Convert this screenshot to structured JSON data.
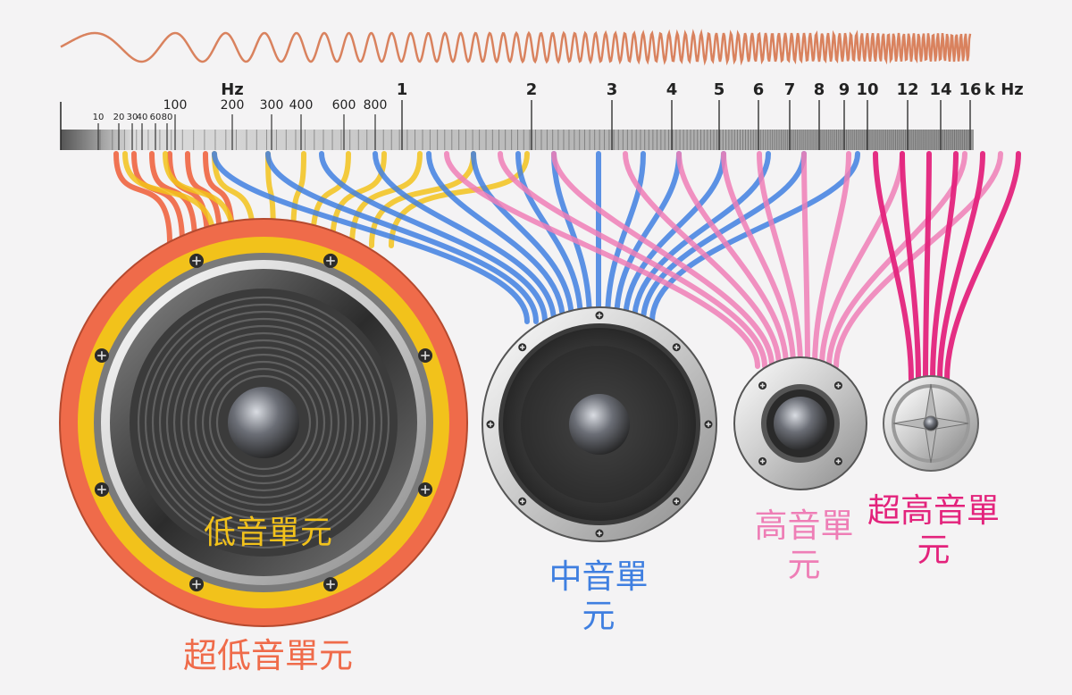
{
  "scale": {
    "unit_hz": "Hz",
    "unit_khz": "k Hz",
    "hz_ticks": [
      "10",
      "20",
      "30",
      "40",
      "60",
      "80",
      "100",
      "200",
      "300",
      "400",
      "600",
      "800"
    ],
    "khz_ticks": [
      "1",
      "2",
      "3",
      "4",
      "5",
      "6",
      "7",
      "8",
      "9",
      "10",
      "12",
      "14",
      "16"
    ]
  },
  "drivers": {
    "subwoofer": {
      "label": "超低音單元",
      "color": "#ef6b4a"
    },
    "woofer": {
      "label": "低音單元",
      "color": "#f2c21b"
    },
    "midrange": {
      "label": "中音單元",
      "color": "#3f7fe0"
    },
    "tweeter": {
      "label": "高音單元",
      "color": "#ee7eb6"
    },
    "super_tweeter": {
      "label": "超高音單元",
      "color": "#e3237c"
    }
  },
  "colors": {
    "wave": "#d9825e",
    "background": "#f4f3f4"
  }
}
